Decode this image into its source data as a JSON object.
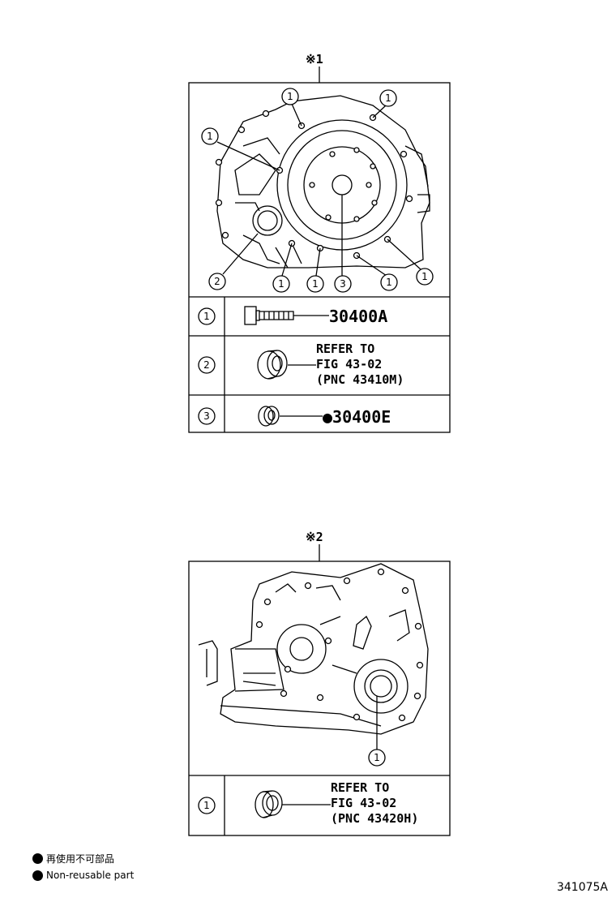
{
  "sections": [
    {
      "mark": "※1",
      "callouts": [
        "1",
        "1",
        "1",
        "2",
        "1",
        "1",
        "3",
        "1",
        "1"
      ],
      "rows": [
        {
          "index": "1",
          "lines": [
            "30400A"
          ]
        },
        {
          "index": "2",
          "lines": [
            "REFER TO",
            "FIG 43-02",
            "(PNC 43410M)"
          ]
        },
        {
          "index": "3",
          "lines": [
            "●30400E"
          ]
        }
      ]
    },
    {
      "mark": "※2",
      "callouts": [
        "1"
      ],
      "rows": [
        {
          "index": "1",
          "lines": [
            "REFER TO",
            "FIG 43-02",
            "(PNC 43420H)"
          ]
        }
      ]
    }
  ],
  "legend": [
    {
      "symbol": "filled-circle",
      "text": "再使用不可部品"
    },
    {
      "symbol": "filled-circle",
      "text": "Non-reusable part"
    }
  ],
  "diagram_number": "341075A"
}
